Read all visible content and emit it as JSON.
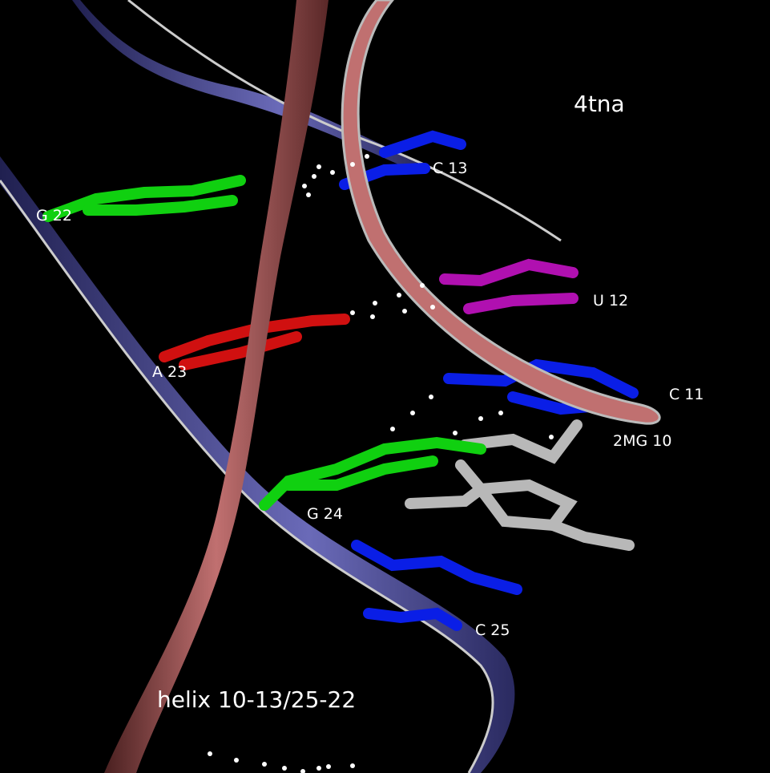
{
  "title": "4tna",
  "caption": "helix  10-13/25-22",
  "residues": [
    {
      "id": "c13",
      "label": "C 13",
      "color": "#0a1ee6"
    },
    {
      "id": "g22",
      "label": "G 22",
      "color": "#10d010"
    },
    {
      "id": "u12",
      "label": "U 12",
      "color": "#b010b0"
    },
    {
      "id": "a23",
      "label": "A 23",
      "color": "#d01010"
    },
    {
      "id": "c11",
      "label": "C 11",
      "color": "#0a1ee6"
    },
    {
      "id": "2mg10",
      "label": "2MG 10",
      "color": "#b8b8b8"
    },
    {
      "id": "g24",
      "label": "G 24",
      "color": "#10d010"
    },
    {
      "id": "c25",
      "label": "C 25",
      "color": "#0a1ee6"
    }
  ],
  "colors": {
    "backbone_red": "#b86868",
    "backbone_blue": "#5a5aa8",
    "hbond": "#ffffff"
  }
}
